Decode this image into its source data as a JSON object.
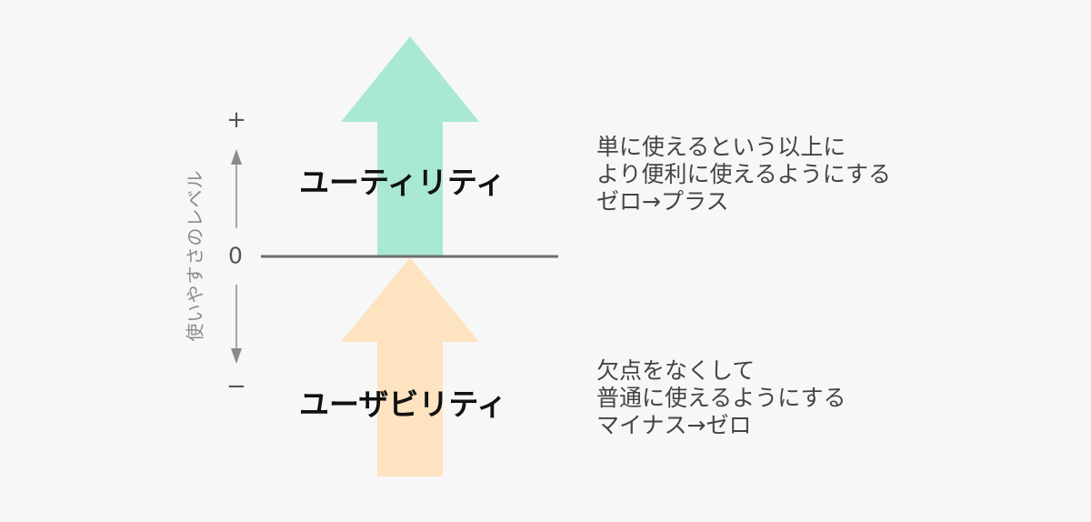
{
  "axis": {
    "label": "使いやすさのレベル",
    "plus": "+",
    "zero": "0",
    "minus": "−"
  },
  "upper": {
    "title": "ユーティリティ",
    "color": "#a8e8d4",
    "lines": [
      "単に使えるという以上に",
      "より便利に使えるようにする",
      "ゼロ→プラス"
    ]
  },
  "lower": {
    "title": "ユーザビリティ",
    "color": "#fde3c0",
    "lines": [
      "欠点をなくして",
      "普通に使えるようにする",
      "マイナス→ゼロ"
    ]
  },
  "colors": {
    "background": "#f7f7f7",
    "baseline": "#6e6e6e",
    "axis": "#8a8a8a"
  }
}
